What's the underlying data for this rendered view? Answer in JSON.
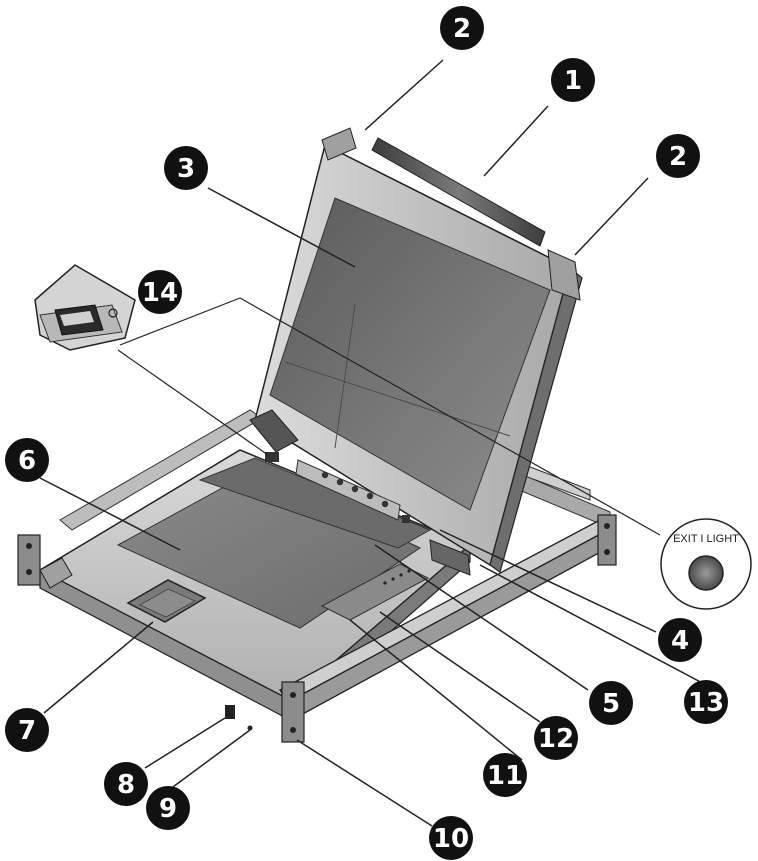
{
  "callouts": [
    {
      "id": "c1",
      "label": "1"
    },
    {
      "id": "c2a",
      "label": "2"
    },
    {
      "id": "c2b",
      "label": "2"
    },
    {
      "id": "c3",
      "label": "3"
    },
    {
      "id": "c4",
      "label": "4"
    },
    {
      "id": "c5",
      "label": "5"
    },
    {
      "id": "c6",
      "label": "6"
    },
    {
      "id": "c7",
      "label": "7"
    },
    {
      "id": "c8",
      "label": "8"
    },
    {
      "id": "c9",
      "label": "9"
    },
    {
      "id": "c10",
      "label": "10"
    },
    {
      "id": "c11",
      "label": "11"
    },
    {
      "id": "c12",
      "label": "12"
    },
    {
      "id": "c13",
      "label": "13"
    },
    {
      "id": "c14",
      "label": "14"
    }
  ],
  "exit_light_button": {
    "label": "EXIT I LIGHT"
  },
  "colors": {
    "callout_fill": "#111111",
    "line": "#222222",
    "screen": "#6a6a6a",
    "chassis": "#c8c8c8"
  }
}
